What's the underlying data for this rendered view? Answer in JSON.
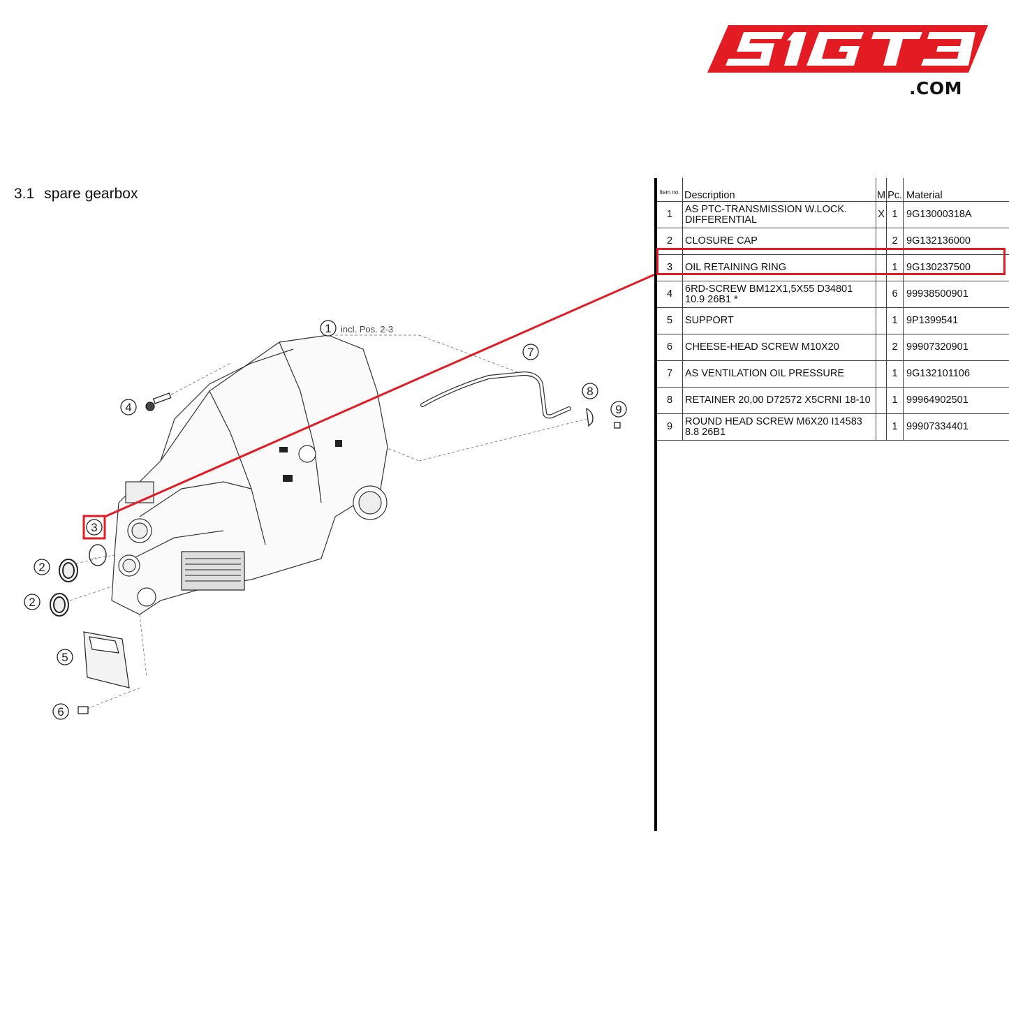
{
  "brand": {
    "logo_text": "SIGT3",
    "domain_suffix": ".COM",
    "accent": "#e31b23"
  },
  "section": {
    "number": "3.1",
    "title": "spare gearbox"
  },
  "table": {
    "headers": {
      "item": "Item no.",
      "description": "Description",
      "m": "M",
      "pc": "Pc.",
      "material": "Material"
    },
    "rows": [
      {
        "item": "1",
        "description": "AS PTC-TRANSMISSION W.LOCK. DIFFERENTIAL",
        "m": "X",
        "pc": "1",
        "material": "9G13000318A"
      },
      {
        "item": "2",
        "description": "CLOSURE CAP",
        "m": "",
        "pc": "2",
        "material": "9G132136000"
      },
      {
        "item": "3",
        "description": "OIL RETAINING RING",
        "m": "",
        "pc": "1",
        "material": "9G130237500",
        "highlighted": true
      },
      {
        "item": "4",
        "description": "6RD-SCREW BM12X1,5X55 D34801 10.9 26B1 *",
        "m": "",
        "pc": "6",
        "material": "99938500901"
      },
      {
        "item": "5",
        "description": "SUPPORT",
        "m": "",
        "pc": "1",
        "material": "9P1399541"
      },
      {
        "item": "6",
        "description": "CHEESE-HEAD SCREW M10X20",
        "m": "",
        "pc": "2",
        "material": "99907320901"
      },
      {
        "item": "7",
        "description": "AS VENTILATION OIL PRESSURE",
        "m": "",
        "pc": "1",
        "material": "9G132101106"
      },
      {
        "item": "8",
        "description": "RETAINER 20,00 D72572 X5CRNI 18-10",
        "m": "",
        "pc": "1",
        "material": "99964902501"
      },
      {
        "item": "9",
        "description": "ROUND HEAD SCREW M6X20 I14583 8.8 26B1",
        "m": "",
        "pc": "1",
        "material": "99907334401"
      }
    ]
  },
  "diagram": {
    "callouts": [
      {
        "label": "1",
        "note": "incl. Pos. 2-3"
      },
      {
        "label": "2"
      },
      {
        "label": "2"
      },
      {
        "label": "3",
        "highlighted": true
      },
      {
        "label": "4"
      },
      {
        "label": "5"
      },
      {
        "label": "6"
      },
      {
        "label": "7"
      },
      {
        "label": "8"
      },
      {
        "label": "9"
      }
    ]
  }
}
